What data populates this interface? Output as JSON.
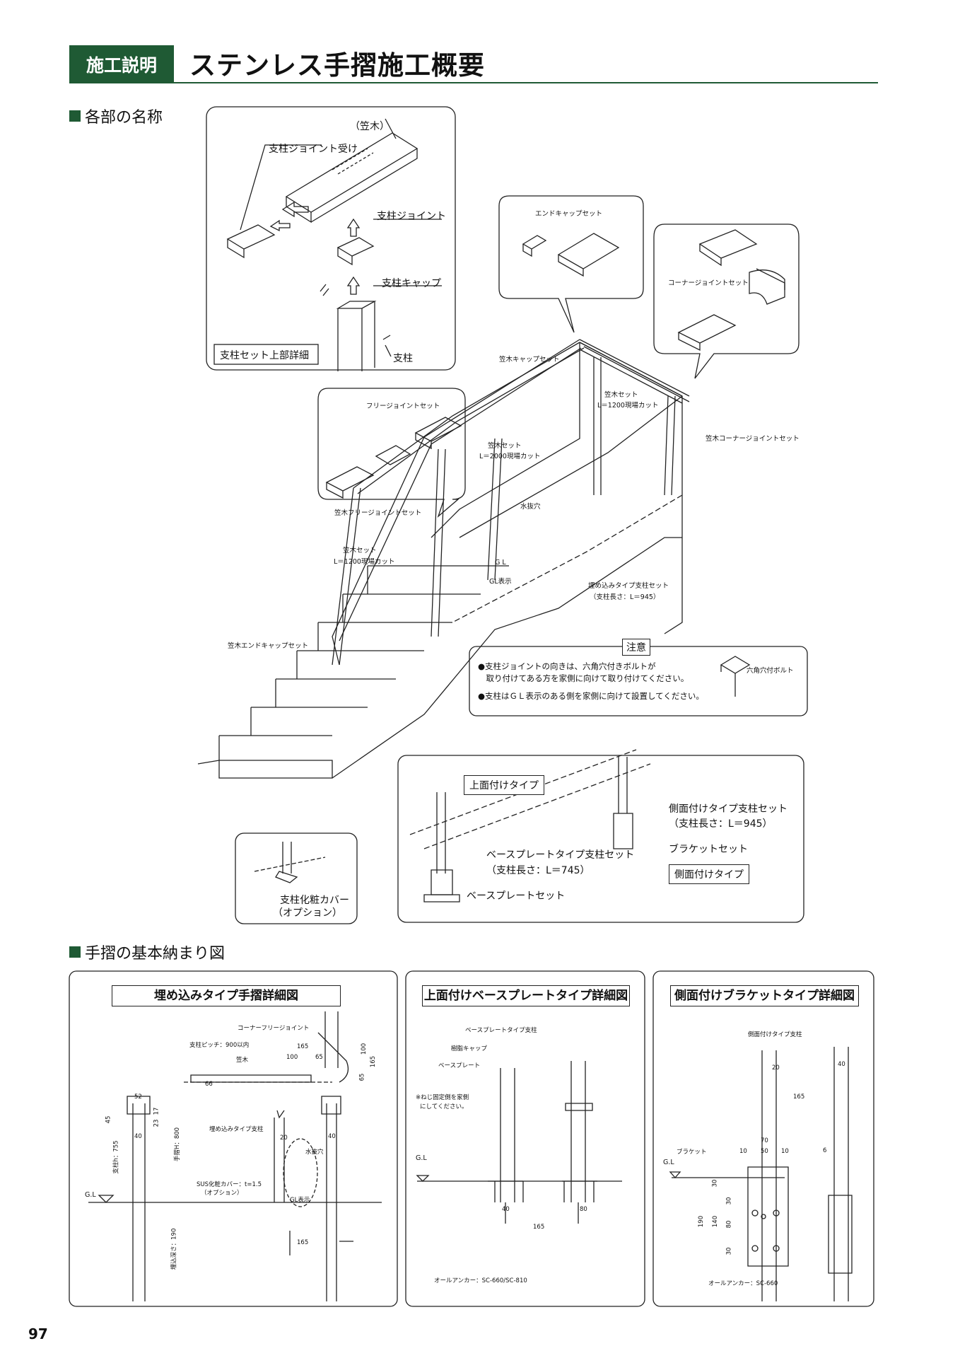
{
  "header": {
    "tag": "施工説明",
    "title": "ステンレス手摺施工概要"
  },
  "sections": {
    "parts_names": "各部の名称",
    "basic_detail": "手摺の基本納まり図"
  },
  "top_detail": {
    "kasagi": "（笠木）",
    "joint_receiver": "支柱ジョイント受け",
    "post_joint": "支柱ジョイント",
    "post_cap": "支柱キャップ",
    "post": "支柱",
    "title": "支柱セット上部詳細"
  },
  "end_cap_bubble": {
    "label": "エンドキャップセット"
  },
  "corner_bubble": {
    "label": "コーナージョイントセット"
  },
  "free_bubble": {
    "label": "フリージョイントセット"
  },
  "main_labels": {
    "kasagi_cap_set": "笠木キャップセット",
    "kasagi_set_1200_top_a": "笠木セット",
    "kasagi_set_1200_top_b": "L＝1200現場カット",
    "kasagi_corner_joint": "笠木コーナージョイントセット",
    "kasagi_set_2000_a": "笠木セット",
    "kasagi_set_2000_b": "L＝2000現場カット",
    "water_hole": "水抜穴",
    "gl_mark": "G L",
    "gl_display": "GL表示",
    "kasagi_free_joint": "笠木フリージョイントセット",
    "kasagi_set_1200_a": "笠木セット",
    "kasagi_set_1200_b": "L＝1200現場カット",
    "embed_post_a": "埋め込みタイプ支柱セット",
    "embed_post_b": "（支柱長さ：L＝945）",
    "kasagi_end_cap": "笠木エンドキャップセット"
  },
  "caution": {
    "title": "注意",
    "line1": "●支柱ジョイントの向きは、六角穴付きボルトが",
    "line2": "　取り付けてある方を家側に向けて取り付けてください。",
    "line3": "●支柱はＧＬ表示のある側を家側に向けて設置してください。",
    "bolt_label": "六角穴付ボルト"
  },
  "cover_panel": {
    "line1": "支柱化粧カバー",
    "line2": "（オプション）"
  },
  "mount_panel": {
    "top_type": "上面付けタイプ",
    "side_post_a": "側面付けタイプ支柱セット",
    "side_post_b": "（支柱長さ：L＝945）",
    "bracket_set": "ブラケットセット",
    "side_type": "側面付けタイプ",
    "base_post_a": "ベースプレートタイプ支柱セット",
    "base_post_b": "（支柱長さ：L＝745）",
    "base_plate_set": "ベースプレートセット"
  },
  "detail1": {
    "title": "埋め込みタイプ手摺詳細図",
    "corner_free_joint": "コーナーフリージョイント",
    "post_pitch": "支柱ピッチ：900以内",
    "kasagi": "笠木",
    "embed_post": "埋め込みタイプ支柱",
    "sus_cover_a": "SUS化粧カバー：t=1.5",
    "sus_cover_b": "（オプション）",
    "water_hole": "水抜穴",
    "gl_display": "GL表示",
    "gl": "G.L",
    "post_h": "支柱h：755",
    "rail_h": "手摺H：800",
    "embed_depth": "埋込深さ：190",
    "dims": [
      "165",
      "100",
      "65",
      "100",
      "165",
      "65",
      "52",
      "45",
      "40",
      "17",
      "23",
      "20",
      "40",
      "165",
      "66"
    ]
  },
  "detail2": {
    "title": "上面付けベースプレートタイプ詳細図",
    "base_post": "ベースプレートタイプ支柱",
    "resin_cap": "樹脂キャップ",
    "base_plate": "ベースプレート",
    "screw_note_a": "※ねじ固定側を家側",
    "screw_note_b": "にしてください。",
    "gl": "G.L",
    "anchor": "オールアンカー：SC-660/SC-810",
    "dims": [
      "40",
      "80",
      "165"
    ]
  },
  "detail3": {
    "title": "側面付けブラケットタイプ詳細図",
    "side_post": "側面付けタイプ支柱",
    "bracket": "ブラケット",
    "gl": "G.L",
    "anchor": "オールアンカー：SC-660",
    "dims": [
      "40",
      "20",
      "165",
      "70",
      "10",
      "50",
      "10",
      "6",
      "30",
      "30",
      "190",
      "140",
      "80",
      "30"
    ]
  },
  "page_number": "97"
}
